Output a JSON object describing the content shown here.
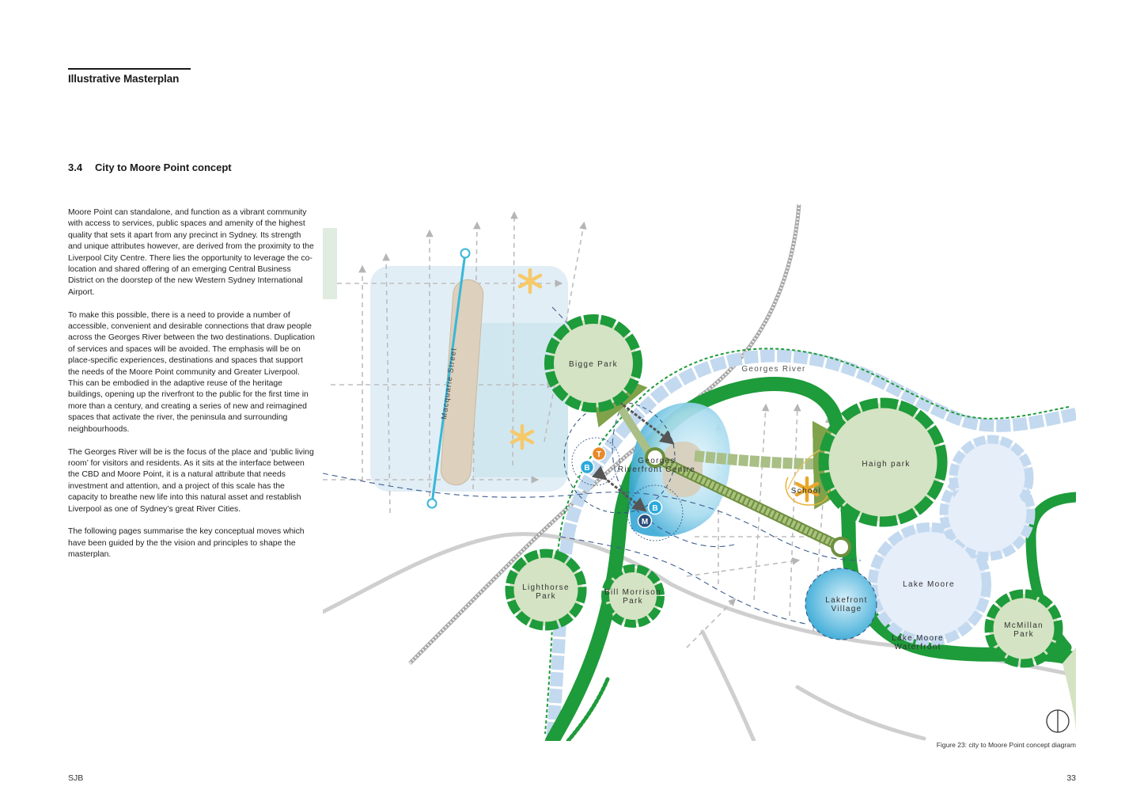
{
  "header": {
    "title": "Illustrative Masterplan"
  },
  "section": {
    "number": "3.4",
    "title": "City to Moore Point concept"
  },
  "body": {
    "paragraphs": [
      "Moore Point can standalone, and function as a vibrant community with access to services, public spaces and amenity of the highest quality that sets it apart from any precinct in Sydney. Its strength and unique attributes however, are derived from the proximity to the Liverpool City Centre. There lies the opportunity to leverage the co-location and shared offering of an emerging Central Business District on the doorstep of the new Western Sydney International Airport.",
      "To make this possible, there is a need to provide a number of accessible, convenient and desirable connections that draw people across the Georges River between the two destinations. Duplication of services and spaces will be avoided. The emphasis will be on place-specific experiences, destinations and spaces that support the needs of the Moore Point community and Greater Liverpool. This can be embodied in the adaptive reuse of the heritage buildings, opening up the riverfront to the public for the first time in more than a century, and creating a series of new and reimagined spaces that activate the river, the peninsula and surrounding neighbourhoods.",
      "The Georges River will be is the focus of the place and ‘public living room’ for visitors and residents. As it sits at the interface between the CBD and Moore Point, it is a natural attribute that needs investment and attention, and a project of this scale has the capacity to breathe new life into this natural asset and restablish Liverpool as one of Sydney’s great River Cities.",
      "The following pages summarise the key conceptual moves which have been guided by the the vision and principles to shape the masterplan."
    ]
  },
  "map": {
    "labels": {
      "macquarie_street": "Macquarie Street",
      "bigge_park": "Bigge Park",
      "georges_river": "Georges River",
      "georges_riverfront_centre_1": "Georges",
      "georges_riverfront_centre_2": "Riverfront Centre",
      "haigh_park": "Haigh park",
      "school": "School",
      "lighthorse_park_1": "Lighthorse",
      "lighthorse_park_2": "Park",
      "bill_morrison_park_1": "Bill Morrison",
      "bill_morrison_park_2": "Park",
      "lakefront_village_1": "Lakefront",
      "lakefront_village_2": "Village",
      "lake_moore": "Lake Moore",
      "lake_moore_waterfront_1": "Lake Moore",
      "lake_moore_waterfront_2": "Waterfront",
      "mcmillan_park_1": "McMillan",
      "mcmillan_park_2": "Park"
    },
    "transport_badges": {
      "train": "T",
      "bus_1": "B",
      "bus_2": "B",
      "metro": "M"
    },
    "icons": [
      "star-icon",
      "north-arrow-icon",
      "train-icon",
      "bus-icon",
      "metro-icon"
    ],
    "colors": {
      "park_green": "#1e9b3a",
      "park_fill": "#d4e3c3",
      "river_blue": "#c3d9ef",
      "cbd_blue": "#dcebf5",
      "centre_blue": "#5fb8de",
      "macquarie_line": "#38b7d9",
      "star_yellow": "#f6c96a",
      "train_orange": "#e88a2a",
      "bus_blue": "#2aa9dc",
      "metro_navy": "#2c4d7a"
    }
  },
  "caption": "Figure 23: city to Moore Point concept diagram",
  "footer": {
    "left": "SJB",
    "page_number": "33"
  }
}
